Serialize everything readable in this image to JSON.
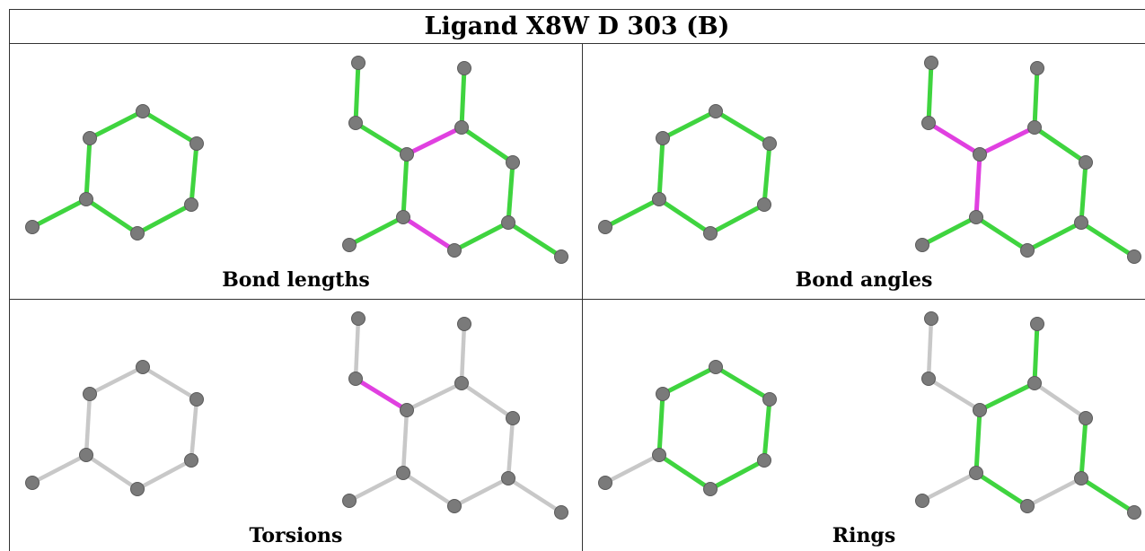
{
  "title": "Ligand X8W D 303 (B)",
  "colors": {
    "ok": "#3fd43f",
    "outlier": "#e040e0",
    "neutral": "#c8c8c8",
    "atom": "#7a7a7a"
  },
  "panels": [
    {
      "caption": "Bond lengths"
    },
    {
      "caption": "Bond angles"
    },
    {
      "caption": "Torsions"
    },
    {
      "caption": "Rings"
    }
  ]
}
